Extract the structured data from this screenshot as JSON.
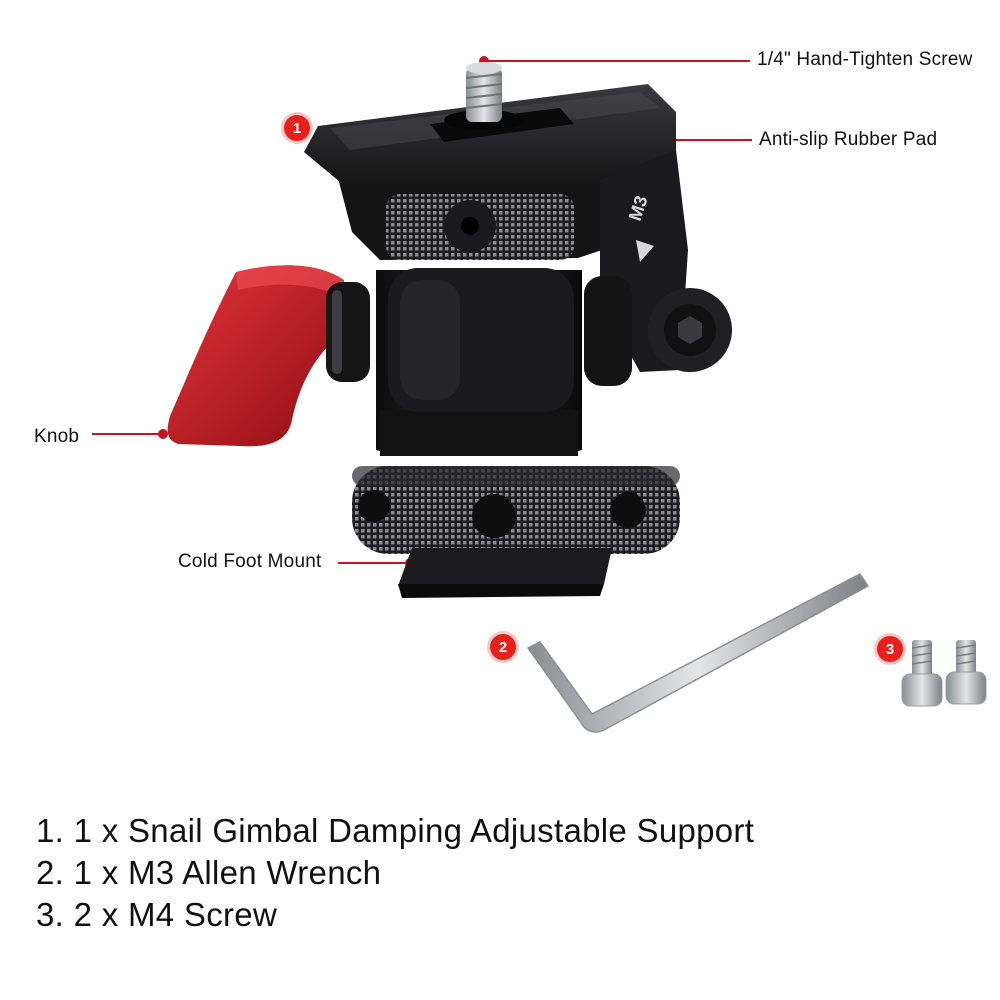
{
  "callouts": {
    "screw": "1/4\" Hand-Tighten Screw",
    "pad": "Anti-slip Rubber Pad",
    "knob": "Knob",
    "cold_foot": "Cold Foot Mount"
  },
  "badges": {
    "item1": "1",
    "item2": "2",
    "item3": "3"
  },
  "product_marking": "M3",
  "contents": [
    "1. 1 x Snail Gimbal Damping Adjustable Support",
    "2. 1 x M3 Allen Wrench",
    "3. 2 x M4 Screw"
  ],
  "colors": {
    "accent": "#e8201c",
    "knob": "#c3161d",
    "body": "#1b1b1d",
    "steel": "#b8babd"
  }
}
